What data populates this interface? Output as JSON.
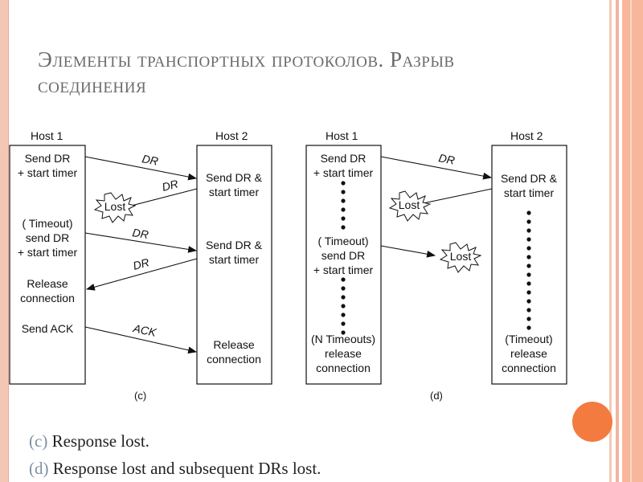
{
  "title_line1": "Элементы транспортных протоколов. Разрыв",
  "title_line2": "соединения",
  "diagram": {
    "c": {
      "host1": "Host 1",
      "host2": "Host 2",
      "left": [
        "Send DR",
        "+ start timer",
        "( Timeout)",
        "send DR",
        "+ start timer",
        "Release",
        "connection",
        "Send ACK"
      ],
      "right": [
        "Send DR &",
        "start timer",
        "Send DR &",
        "start timer",
        "Release",
        "connection"
      ],
      "msg_dr": "DR",
      "msg_ack": "ACK",
      "lost": "Lost",
      "caption": "(c)"
    },
    "d": {
      "host1": "Host 1",
      "host2": "Host 2",
      "left": [
        "Send DR",
        "+ start timer",
        "( Timeout)",
        "send DR",
        "+ start timer",
        "(N Timeouts)",
        "release",
        "connection"
      ],
      "right": [
        "Send DR &",
        "start timer",
        "(Timeout)",
        "release",
        "connection"
      ],
      "msg_dr": "DR",
      "lost": "Lost",
      "caption": "(d)"
    }
  },
  "captions": [
    {
      "letter": "(c)",
      "text": " Response lost."
    },
    {
      "letter": "(d)",
      "text": " Response lost and subsequent DRs lost."
    }
  ],
  "colors": {
    "accent": "#f47b3f",
    "border": "#f4c7b5",
    "title": "#6b6b6b",
    "caption_letter": "#7f8fa6"
  }
}
